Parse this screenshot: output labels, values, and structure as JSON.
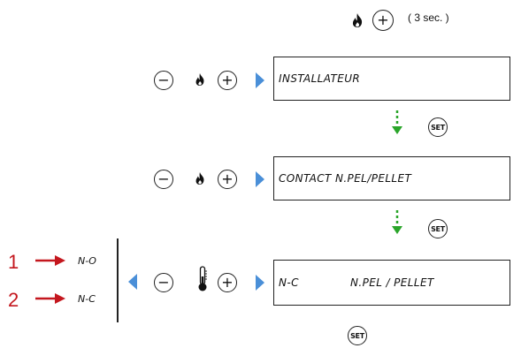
{
  "colors": {
    "flow_arrow": "#2aa52a",
    "pointer": "#4a8fd8",
    "option_number": "#c4171e"
  },
  "icons": {
    "flame": "flame-icon",
    "thermometer": "thermometer-icon",
    "plus": "+",
    "minus": "−"
  },
  "top": {
    "hold_hint": "( 3 sec. )"
  },
  "set_label": "SET",
  "displays": {
    "row1": "INSTALLATEUR",
    "row2": "CONTACT N.PEL/PELLET",
    "row3_left": "N-C",
    "row3_right": "N.PEL / PELLET"
  },
  "options": [
    {
      "number": "1",
      "value": "N-O"
    },
    {
      "number": "2",
      "value": "N-C"
    }
  ]
}
